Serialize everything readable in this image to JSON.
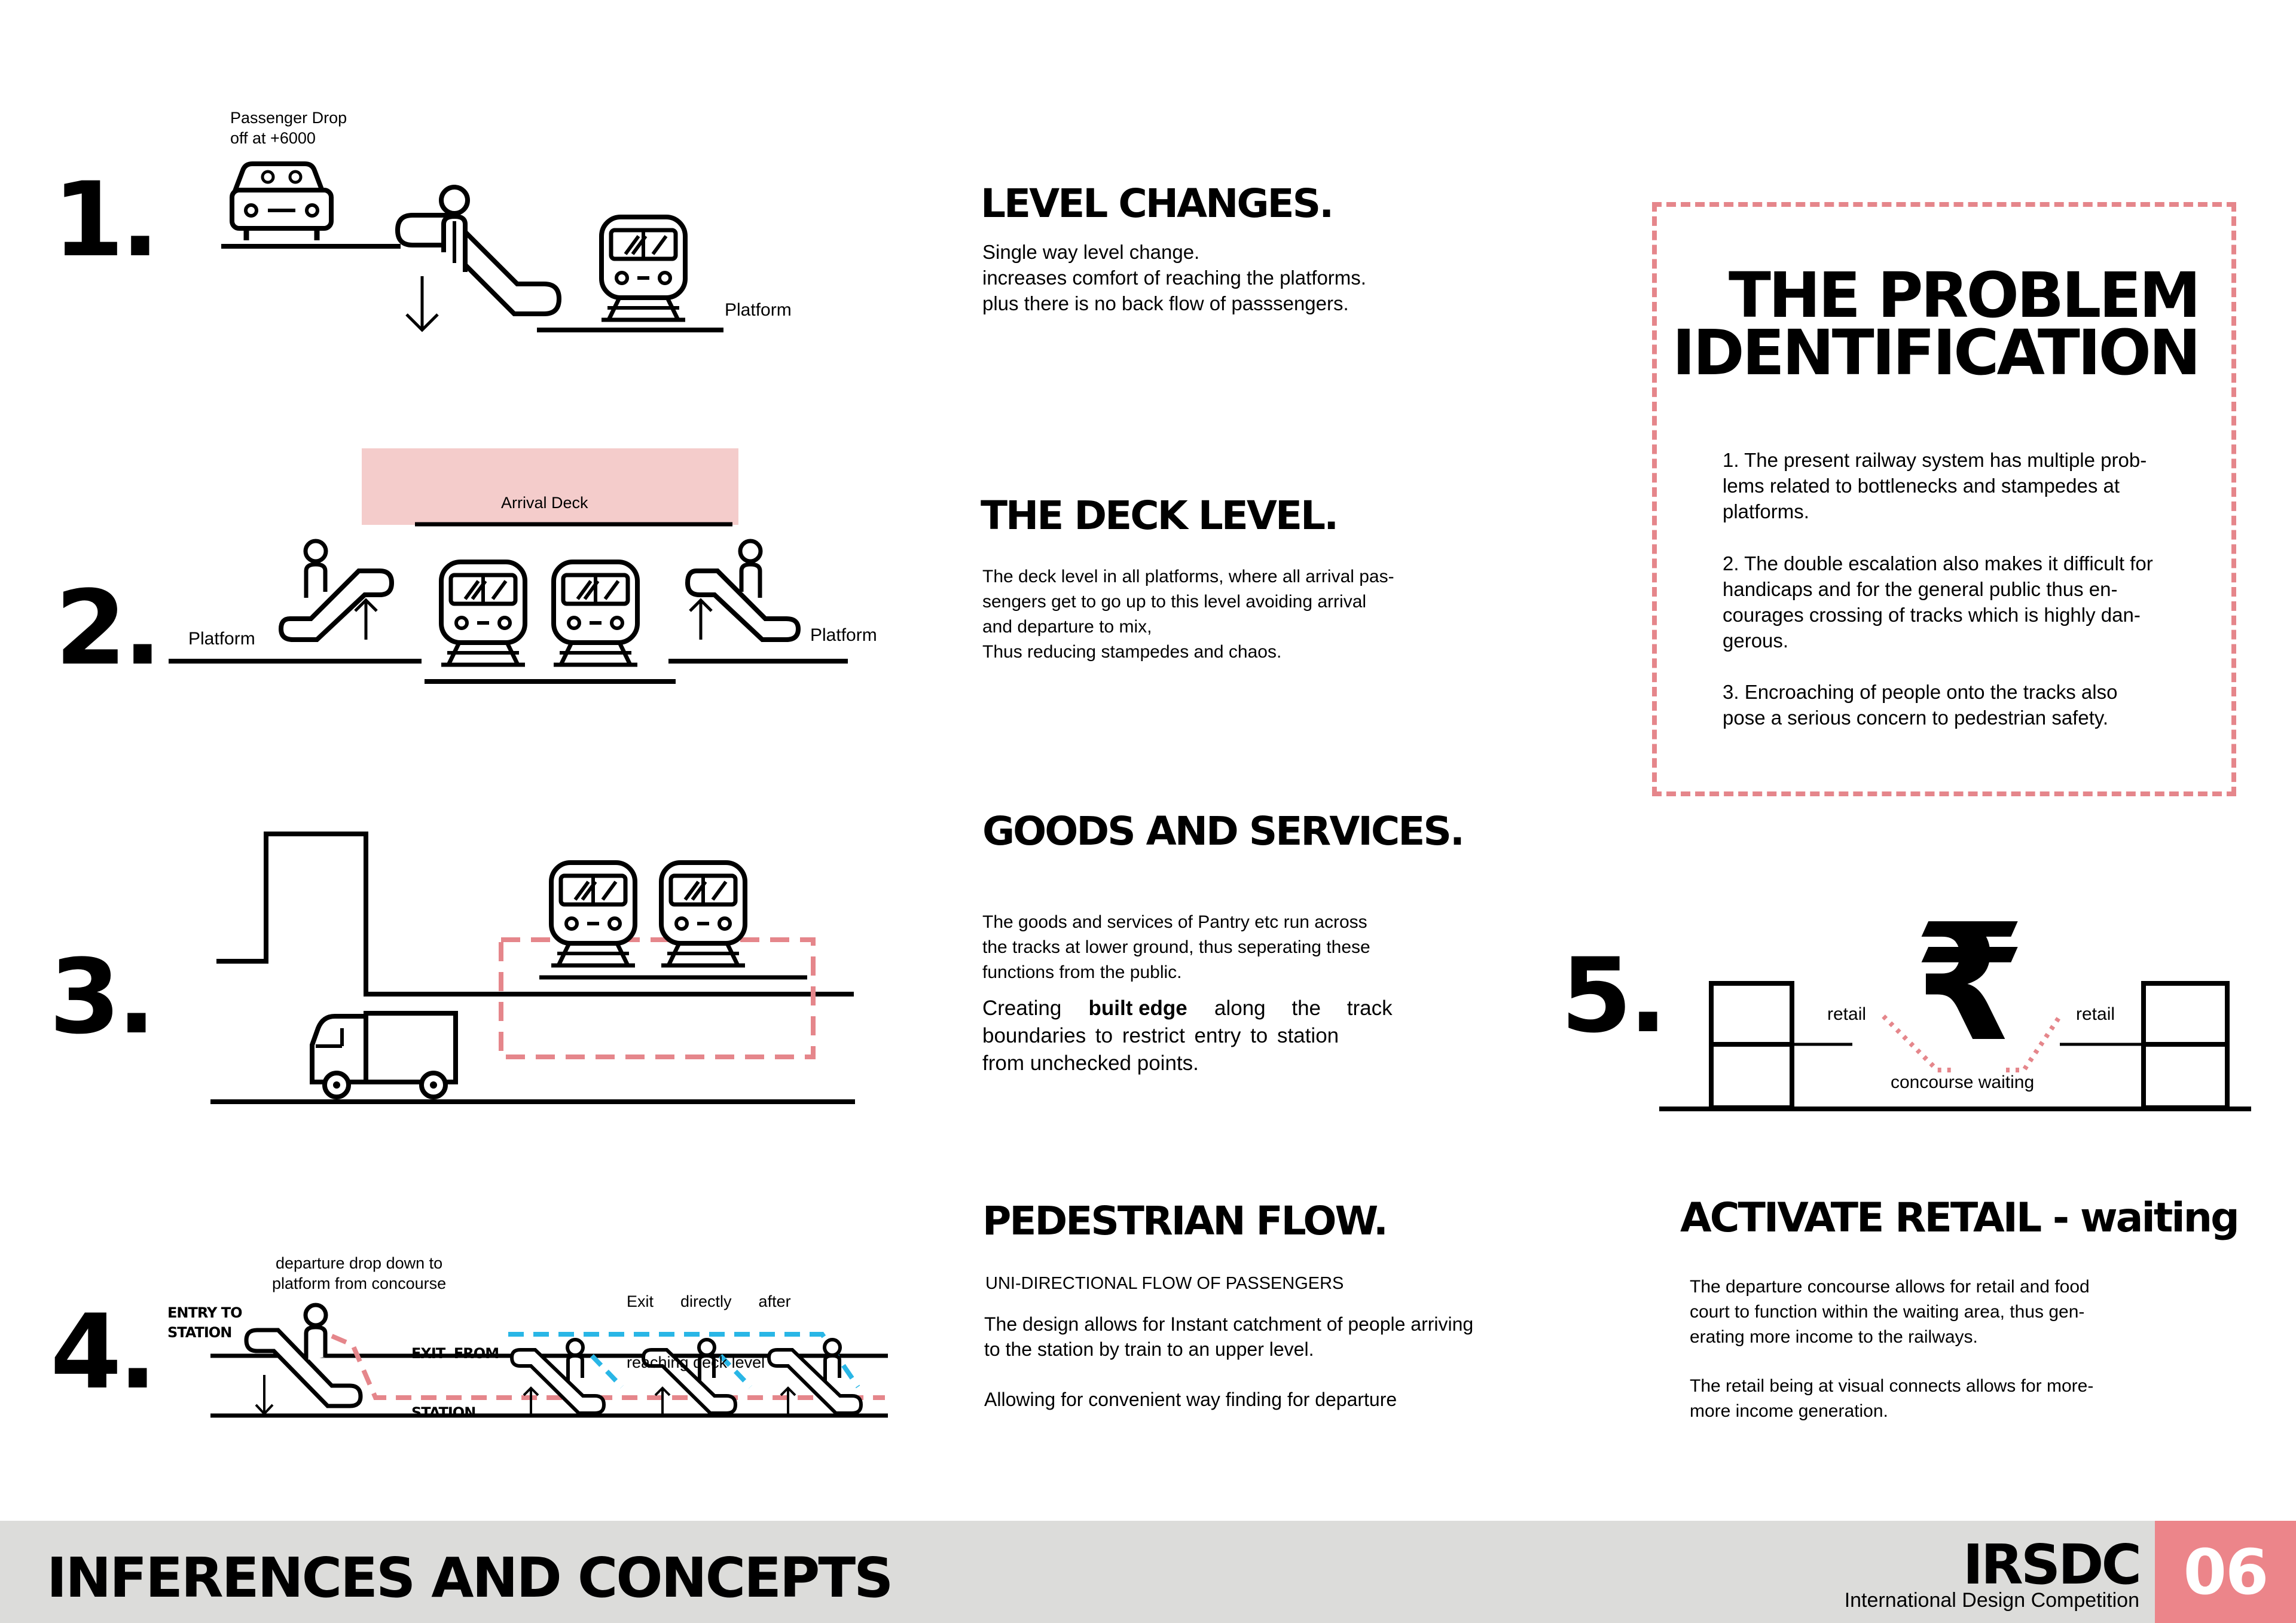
{
  "colors": {
    "accent_pink": "#e5868b",
    "accent_blue": "#29b6e6",
    "deck_fill": "#f4cccb",
    "footer_bg": "#dcdcda",
    "page_box": "#ec858a"
  },
  "section1": {
    "number": "1.",
    "label_drop_line1": "Passenger Drop",
    "label_drop_line2": "off at +6000",
    "label_platform": "Platform",
    "title": "LEVEL CHANGES.",
    "lines": [
      "Single way level change.",
      "increases comfort of reaching the platforms.",
      "plus there is no back flow of passsengers."
    ]
  },
  "section2": {
    "number": "2.",
    "label_deck": "Arrival Deck",
    "label_platform_left": "Platform",
    "label_platform_right": "Platform",
    "title": "THE DECK LEVEL.",
    "lines": [
      "The deck level in all platforms, where all arrival pas-",
      "sengers get to go up to this level avoiding arrival",
      "and departure to mix,",
      "Thus reducing stampedes and chaos."
    ]
  },
  "section3": {
    "number": "3.",
    "title": "GOODS AND SERVICES.",
    "para1_lines": [
      "The goods and services of Pantry etc run across",
      "the tracks at lower ground, thus seperating these",
      "functions from the public."
    ],
    "para2_before": "Creating",
    "para2_bold": "built edge",
    "para2_after": "along the track",
    "para2_line2": "boundaries to restrict entry to station",
    "para2_line3": "from unchecked points."
  },
  "section4": {
    "number": "4.",
    "label_departure_line1": "departure drop down to",
    "label_departure_line2": "platform from concourse",
    "label_exit_line1": "Exit      directly      after",
    "label_exit_line2": "reaching deck level",
    "label_entry_line1": "ENTRY TO",
    "label_entry_line2": "STATION",
    "label_exitfrom_line1": "EXIT  FROM",
    "label_exitfrom_line2": "STATION",
    "title": "PEDESTRIAN FLOW.",
    "subtitle": "UNI-DIRECTIONAL FLOW OF PASSENGERS",
    "para1_lines": [
      "The design allows for Instant catchment of people arriving",
      "to the station by train to an upper level."
    ],
    "para2": "Allowing for convenient way finding for departure"
  },
  "problem": {
    "title_line1": "THE PROBLEM",
    "title_line2": "IDENTIFICATION",
    "item1_lines": [
      "1. The present railway system has multiple prob-",
      "lems related to bottlenecks and stampedes at",
      "platforms."
    ],
    "item2_lines": [
      "2. The double escalation also makes it difficult for",
      "handicaps and for the general public thus en-",
      "courages crossing of tracks which is highly dan-",
      "gerous."
    ],
    "item3_lines": [
      "3. Encroaching of people onto the tracks also",
      "pose a serious concern to pedestrian safety."
    ]
  },
  "section5": {
    "number": "5.",
    "symbol": "₹",
    "label_retail_left": "retail",
    "label_retail_right": "retail",
    "label_concourse": "concourse waiting",
    "title": "ACTIVATE RETAIL - waiting",
    "para1_lines": [
      "The departure concourse allows for retail and food",
      "court to function within the waiting area, thus gen-",
      "erating more income to the railways."
    ],
    "para2_lines": [
      "The retail being at visual connects allows for more-",
      "more income generation."
    ]
  },
  "footer": {
    "title": "INFERENCES AND CONCEPTS",
    "brand": "IRSDC",
    "brand_sub": "International Design Competition",
    "page_number": "06"
  }
}
